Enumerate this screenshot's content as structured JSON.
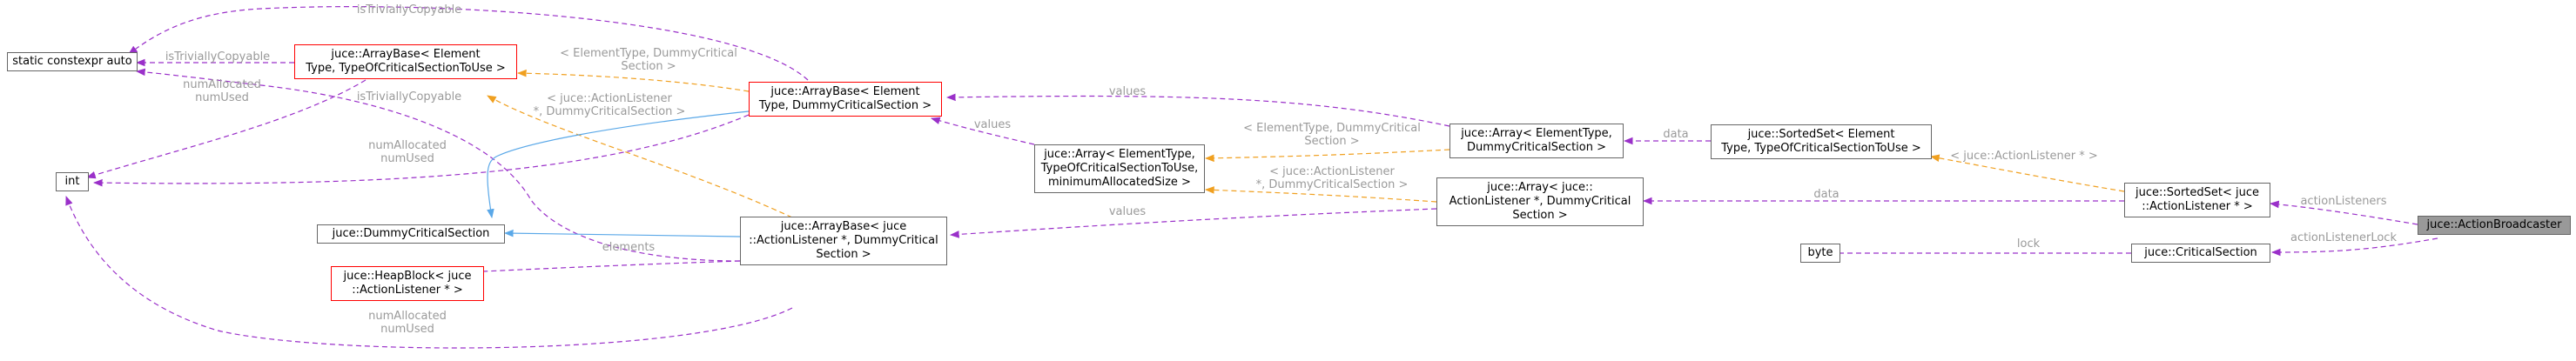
{
  "colors": {
    "member": "#9a30c9",
    "template": "#f0a020",
    "inherit": "#5aa8e8",
    "node_border": "#666666",
    "node_red_border": "#ff0000",
    "root_fill": "#999999",
    "label": "#9a9a9a"
  },
  "nodes": {
    "static_constexpr_auto": "static constexpr auto",
    "int": "int",
    "arraybase_elementtype": "juce::ArrayBase< Element\nType, TypeOfCriticalSectionToUse >",
    "arraybase_dummy": "juce::ArrayBase< Element\nType, DummyCriticalSection >",
    "dummy_critical_section": "juce::DummyCriticalSection",
    "heapblock": "juce::HeapBlock< juce\n::ActionListener * >",
    "arraybase_actionlistener": "juce::ArrayBase< juce\n::ActionListener *, DummyCritical\nSection >",
    "array_elementtype_min": "juce::Array< ElementType,\nTypeOfCriticalSectionToUse,\nminimumAllocatedSize >",
    "array_elementtype_dummy": "juce::Array< ElementType,\nDummyCriticalSection >",
    "array_actionlistener": "juce::Array< juce::\nActionListener *, DummyCritical\nSection >",
    "sortedset_elementtype": "juce::SortedSet< Element\nType, TypeOfCriticalSectionToUse >",
    "sortedset_actionlistener": "juce::SortedSet< juce\n::ActionListener * >",
    "byte": "byte",
    "critical_section": "juce::CriticalSection",
    "action_broadcaster": "juce::ActionBroadcaster"
  },
  "edge_labels": {
    "is_trivially_copyable_top": "isTriviallyCopyable",
    "is_trivially_copyable_left": "isTriviallyCopyable",
    "is_trivially_copyable_mid": "isTriviallyCopyable",
    "num_allocated_num_used_1": "numAllocated\nnumUsed",
    "num_allocated_num_used_2": "numAllocated\nnumUsed",
    "num_allocated_num_used_3": "numAllocated\nnumUsed",
    "tpl_elementtype_dummy_1": "< ElementType, DummyCritical\nSection >",
    "tpl_actionlistener_dummy_1": "< juce::ActionListener\n*, DummyCriticalSection >",
    "values_1": "values",
    "values_2": "values",
    "values_3": "values",
    "tpl_elementtype_dummy_2": "< ElementType, DummyCritical\nSection >",
    "tpl_actionlistener_dummy_2": "< juce::ActionListener\n*, DummyCriticalSection >",
    "data_1": "data",
    "data_2": "data",
    "tpl_actionlistener_ptr": "< juce::ActionListener * >",
    "elements": "elements",
    "lock": "lock",
    "action_listeners": "actionListeners",
    "action_listener_lock": "actionListenerLock"
  }
}
